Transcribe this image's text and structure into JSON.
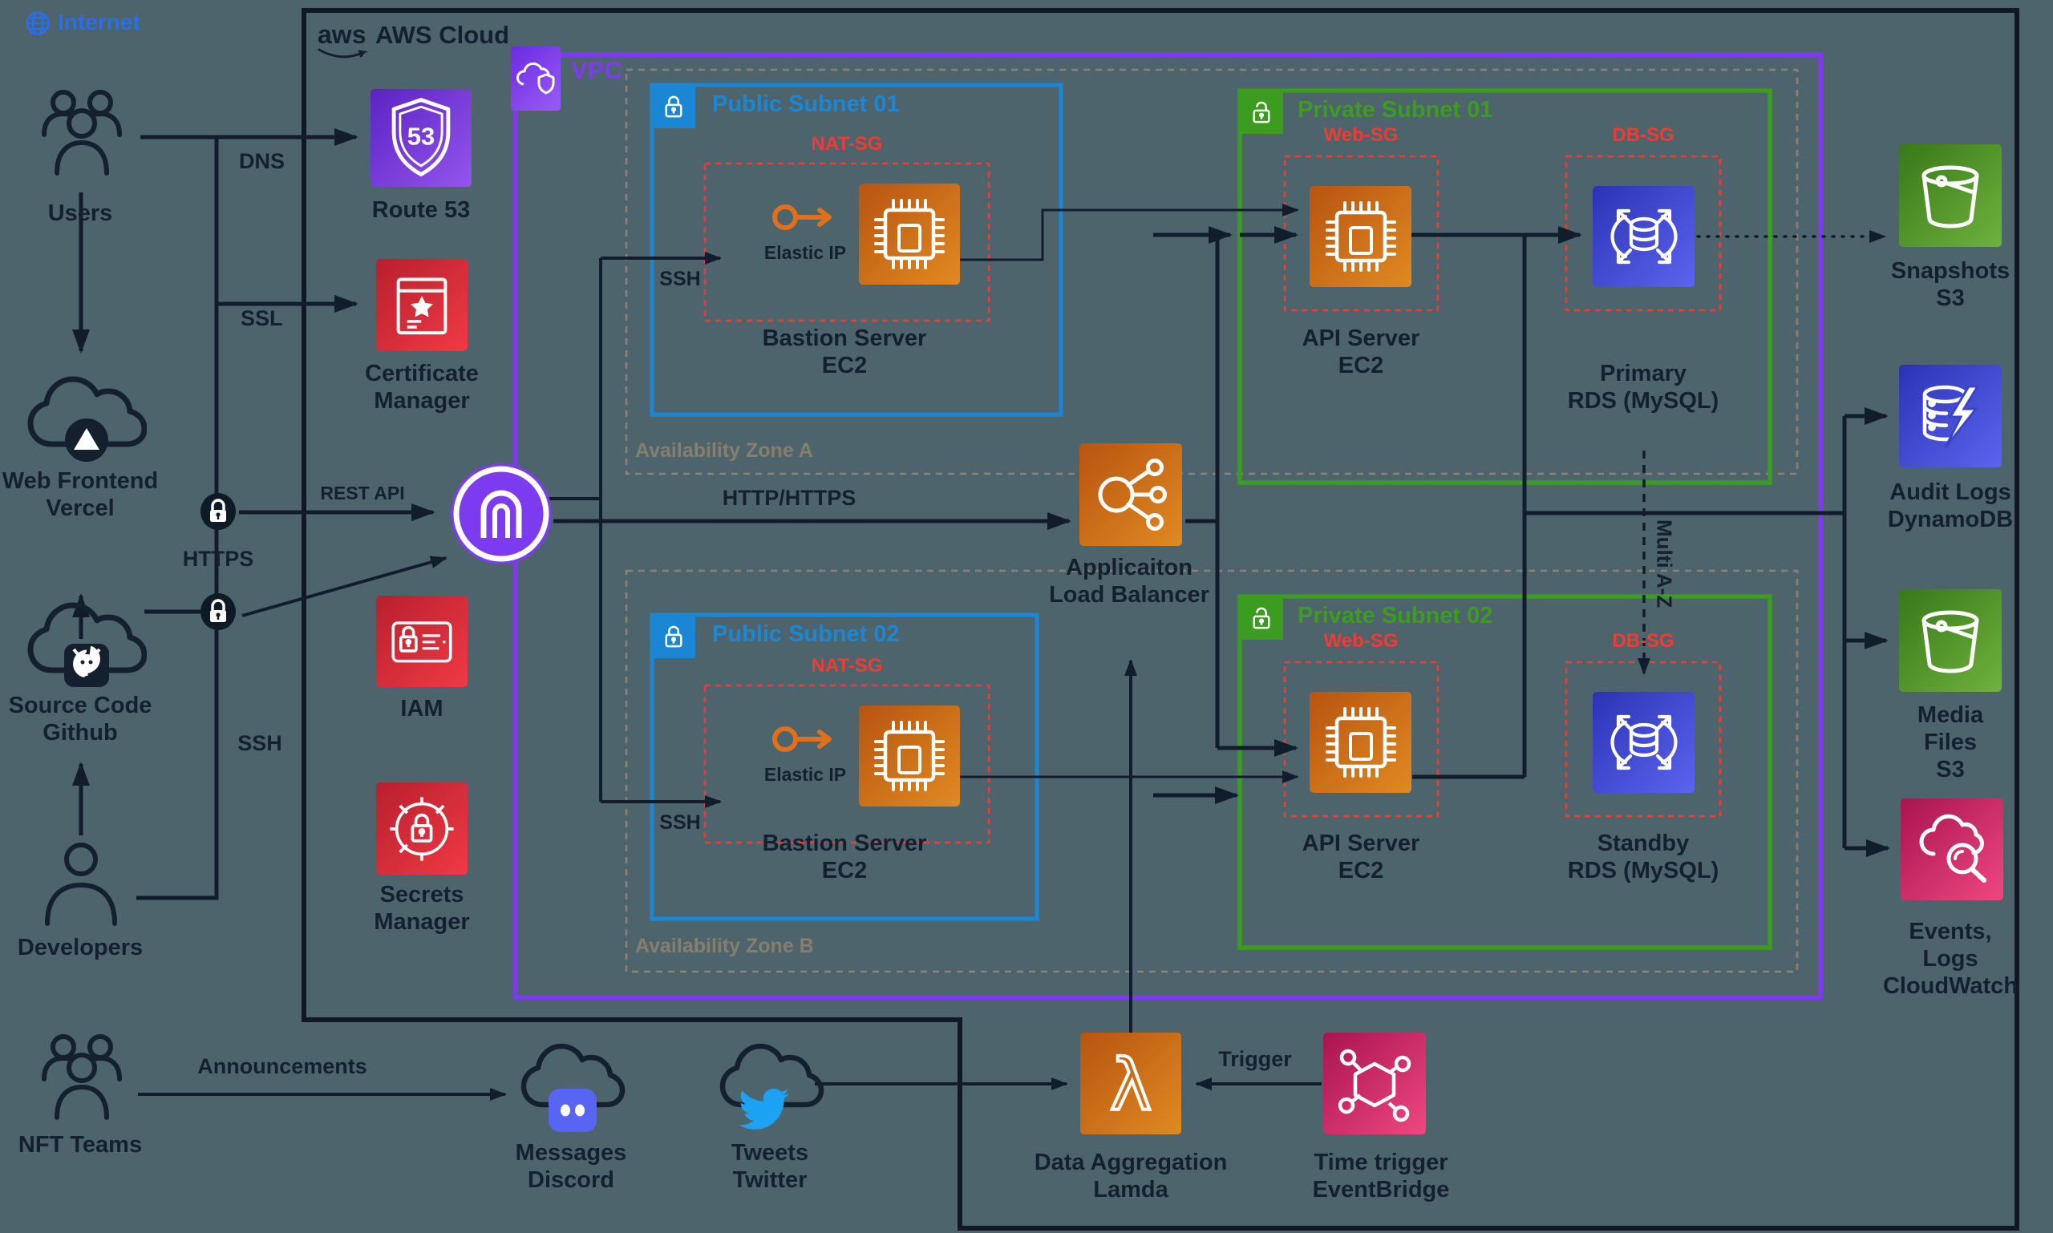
{
  "colors": {
    "background": "#4d646d",
    "line": "#121d2b",
    "vpc_border": "#7d3bf0",
    "public_subnet": "#1b87d4",
    "private_subnet": "#3c9c1f",
    "security_group": "#f23b30",
    "availability_zone": "#877f6e",
    "internet_blue": "#2b6fe4",
    "discord": "#5865F2",
    "twitter": "#1DA1F2"
  },
  "header": {
    "aws_logo": "aws",
    "aws_cloud": "AWS Cloud",
    "vpc": "VPC",
    "internet": "Internet"
  },
  "zones": {
    "az_a": "Availability Zone A",
    "az_b": "Availability Zone B"
  },
  "subnets": {
    "public1": "Public Subnet 01",
    "public2": "Public Subnet 02",
    "private1": "Private Subnet 01",
    "private2": "Private Subnet 02",
    "nat_sg": "NAT-SG",
    "web_sg": "Web-SG",
    "db_sg": "DB-SG"
  },
  "nodes": {
    "users": "Users",
    "route53": "Route 53",
    "route53_badge": "53",
    "cert1": "Certificate",
    "cert2": "Manager",
    "webfront1": "Web Frontend",
    "webfront2": "Vercel",
    "source1": "Source Code",
    "source2": "Github",
    "developers": "Developers",
    "nft_teams": "NFT Teams",
    "iam": "IAM",
    "secrets1": "Secrets",
    "secrets2": "Manager",
    "elastic_ip": "Elastic IP",
    "bastion1": "Bastion Server",
    "bastion2": "EC2",
    "alb1": "Applicaiton",
    "alb2": "Load Balancer",
    "api1": "API Server",
    "api2": "EC2",
    "primary1": "Primary",
    "primary2": "RDS (MySQL)",
    "standby1": "Standby",
    "standby2": "RDS (MySQL)",
    "snapshots1": "Snapshots",
    "snapshots2": "S3",
    "audit1": "Audit Logs",
    "audit2": "DynamoDB",
    "media1": "Media Files",
    "media2": "S3",
    "cloudwatch1": "Events, Logs",
    "cloudwatch2": "CloudWatch",
    "discord1": "Messages",
    "discord2": "Discord",
    "twitter1": "Tweets",
    "twitter2": "Twitter",
    "lambda1": "Data Aggregation",
    "lambda2": "Lamda",
    "eventbridge1": "Time trigger",
    "eventbridge2": "EventBridge"
  },
  "edges": {
    "dns": "DNS",
    "ssl": "SSL",
    "https": "HTTPS",
    "ssh": "SSH",
    "rest_api": "REST API",
    "http_https": "HTTP/HTTPS",
    "announcements": "Announcements",
    "trigger": "Trigger",
    "multi_az": "Multi A-Z"
  }
}
